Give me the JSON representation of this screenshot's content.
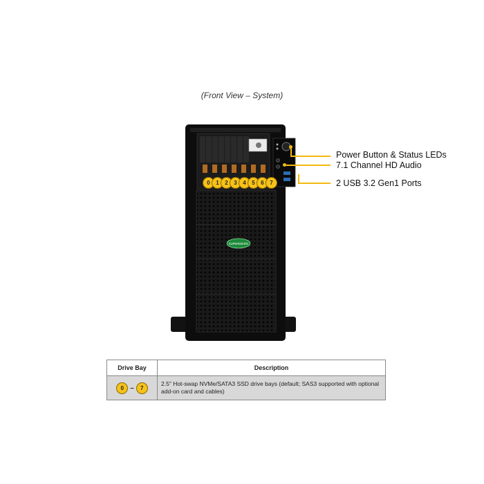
{
  "caption": "(Front View – System)",
  "callouts": [
    {
      "label": "Power Button & Status LEDs"
    },
    {
      "label": "7.1 Channel HD Audio"
    },
    {
      "label": "2 USB 3.2 Gen1 Ports"
    }
  ],
  "drive_bays": [
    "0",
    "1",
    "2",
    "3",
    "4",
    "5",
    "6",
    "7"
  ],
  "table": {
    "headers": {
      "bay": "Drive Bay",
      "description": "Description"
    },
    "rows": [
      {
        "bay_from": "0",
        "bay_to": "7",
        "bay_separator": "–",
        "description": "2.5\" Hot-swap NVMe/SATA3  SSD drive bays (default; SAS3 supported with optional add-on card and cables)"
      }
    ]
  },
  "colors": {
    "chassis": "#111111",
    "callout_line": "#f2b90f",
    "badge": "#f7c21a",
    "table_row": "#d8d8d8"
  },
  "logo_text": "SUPERMICRO"
}
